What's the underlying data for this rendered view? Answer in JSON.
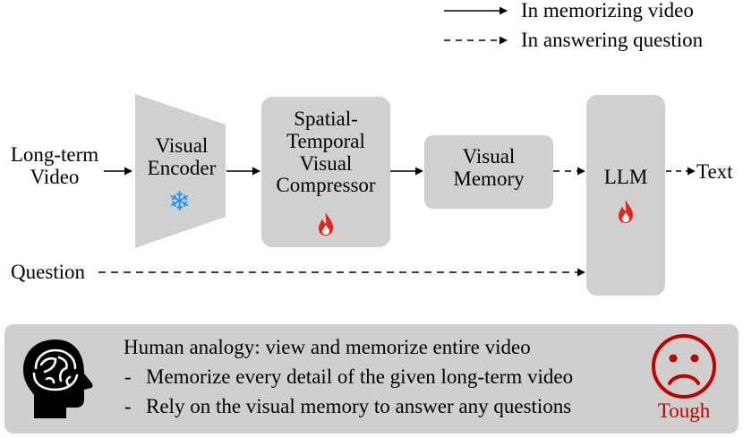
{
  "legend": {
    "memorizing": "In memorizing video",
    "answering": "In answering question"
  },
  "inputs": {
    "video_line1": "Long-term",
    "video_line2": "Video",
    "question": "Question"
  },
  "blocks": {
    "encoder_line1": "Visual",
    "encoder_line2": "Encoder",
    "compressor_line1": "Spatial-",
    "compressor_line2": "Temporal",
    "compressor_line3": "Visual",
    "compressor_line4": "Compressor",
    "memory_line1": "Visual",
    "memory_line2": "Memory",
    "llm": "LLM"
  },
  "output": "Text",
  "icons": {
    "frozen": "snowflake-icon",
    "trainable": "fire-icon",
    "analogy": "brain-head-icon",
    "difficulty": "sad-face-icon"
  },
  "colors": {
    "block_fill": "#d0d0d0",
    "fire": "#e8201a",
    "snowflake": "#1e90ff",
    "tough": "#c00000"
  },
  "analogy": {
    "title": "Human analogy: view and memorize entire video",
    "bullet1": "Memorize every detail of the given long-term video",
    "bullet2": "Rely on the visual memory to answer any questions",
    "bullet_marker": "-",
    "difficulty": "Tough"
  }
}
